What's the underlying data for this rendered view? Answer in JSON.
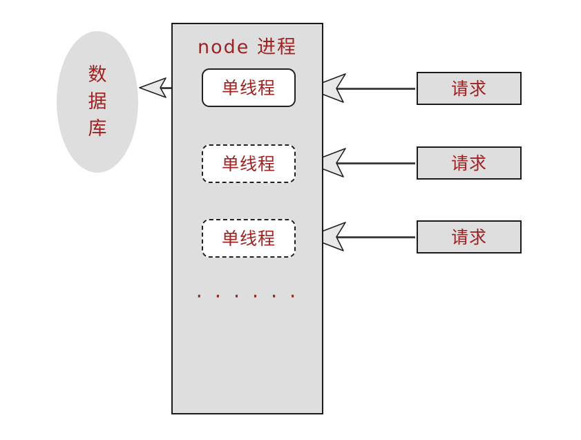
{
  "diagram": {
    "title": "node 进程",
    "colors": {
      "text_red": "#9e2222",
      "fill_gray": "#dedede",
      "stroke_dark": "#1a1a1a",
      "box_white": "#ffffff",
      "background": "#ffffff"
    }
  },
  "node_process": {
    "title": "node 进程",
    "ellipsis": "· · ·  · · ·",
    "threads": [
      {
        "label": "单线程",
        "border": "solid"
      },
      {
        "label": "单线程",
        "border": "dashed"
      },
      {
        "label": "单线程",
        "border": "dashed"
      }
    ]
  },
  "database": {
    "lines": [
      "数",
      "据",
      "库"
    ],
    "full_label": "数据库"
  },
  "requests": [
    {
      "label": "请求"
    },
    {
      "label": "请求"
    },
    {
      "label": "请求"
    }
  ],
  "connections": {
    "db_arrow_label": "",
    "request_arrow_label": "",
    "thread_sync_up_label": "",
    "thread_sync_down_label": ""
  }
}
